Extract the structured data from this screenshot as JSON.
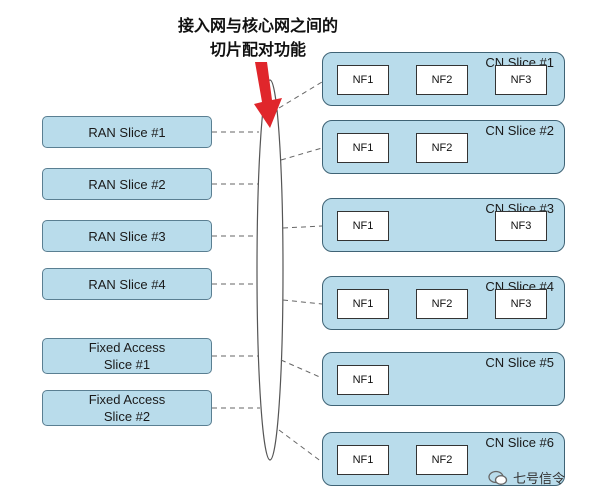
{
  "callout": {
    "line1": "接入网与核心网之间的",
    "line2": "切片配对功能"
  },
  "left_slices": [
    {
      "lines": [
        "RAN Slice #1"
      ]
    },
    {
      "lines": [
        "RAN Slice #2"
      ]
    },
    {
      "lines": [
        "RAN Slice #3"
      ]
    },
    {
      "lines": [
        "RAN Slice #4"
      ]
    },
    {
      "lines": [
        "Fixed Access",
        "Slice #1"
      ]
    },
    {
      "lines": [
        "Fixed Access",
        "Slice #2"
      ]
    }
  ],
  "cn_slices": [
    {
      "title": "CN Slice #1",
      "nfs": [
        "NF1",
        "NF2",
        "NF3"
      ]
    },
    {
      "title": "CN Slice #2",
      "nfs": [
        "NF1",
        "NF2"
      ]
    },
    {
      "title": "CN Slice #3",
      "nfs": [
        "NF1",
        "NF3"
      ]
    },
    {
      "title": "CN Slice #4",
      "nfs": [
        "NF1",
        "NF2",
        "NF3"
      ]
    },
    {
      "title": "CN Slice #5",
      "nfs": [
        "NF1"
      ]
    },
    {
      "title": "CN Slice #6",
      "nfs": [
        "NF1",
        "NF2"
      ]
    }
  ],
  "watermark": "七号信令",
  "colors": {
    "slice_fill": "#b9dceb",
    "arrow": "#e0262b"
  }
}
